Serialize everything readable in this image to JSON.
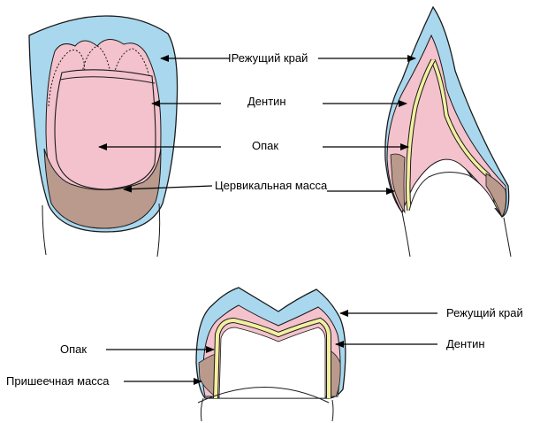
{
  "labels": {
    "top_incisal": "IРежущий край",
    "top_dentin": "Дентин",
    "top_opaque": "Опак",
    "top_cervical": "Цервикальная масса",
    "bottom_incisal": "Режущий край",
    "bottom_dentin": "Дентин",
    "bottom_opaque": "Опак",
    "bottom_cervical": "Пришеечная масса"
  },
  "colors": {
    "incisal": "#a9d8ee",
    "dentin": "#f3c2cc",
    "cervical": "#b99a8c",
    "opaque_line": "#f2f0a0",
    "outline": "#1a1a1a"
  }
}
